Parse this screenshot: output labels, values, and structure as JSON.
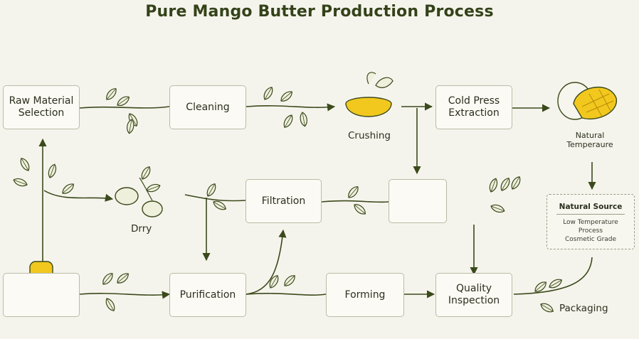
{
  "title": "Pure Mango Butter Production Process",
  "steps": {
    "raw_material": "Raw Material Selection",
    "cleaning": "Cleaning",
    "cold_press": "Cold Press Extraction",
    "filtration": "Filtration",
    "purification": "Purification",
    "forming": "Forming",
    "quality": "Quality Inspection"
  },
  "labels": {
    "crushing": "Crushing",
    "natural_temp": "Natural Temperaure",
    "drry": "Drry",
    "packaging": "Packaging"
  },
  "note": {
    "title": "Natural Source",
    "lines": [
      "Low Temperature",
      "Process",
      "Cosmetic Grade"
    ]
  },
  "colors": {
    "line": "#3b4a1c",
    "box_border": "#b9bca7",
    "mango": "#f2c81e",
    "leaf": "#eef0dc"
  }
}
